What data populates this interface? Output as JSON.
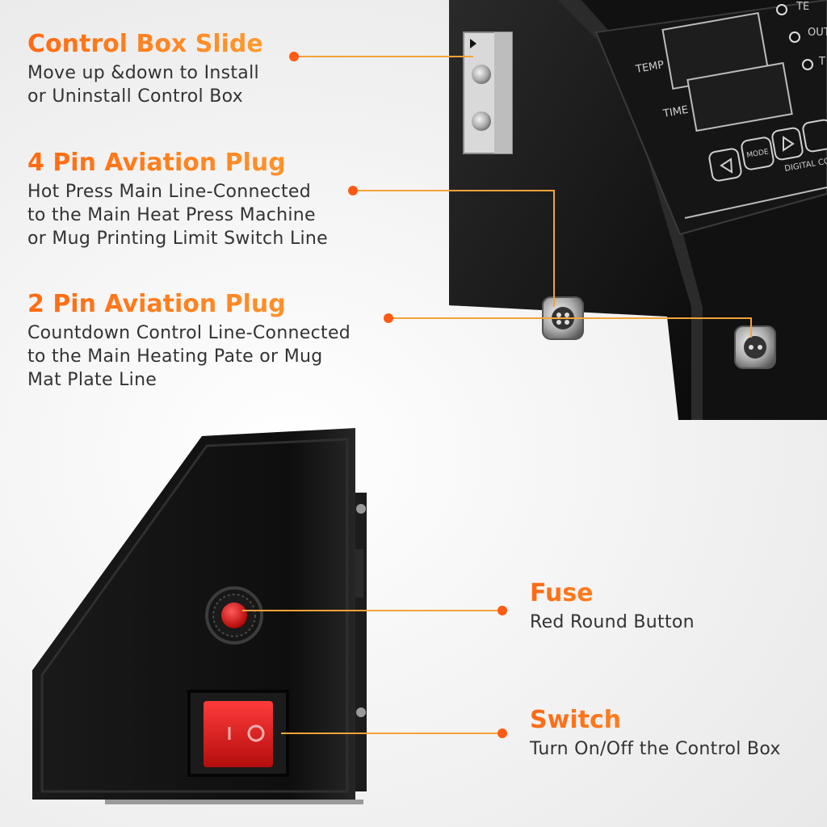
{
  "features": {
    "control_box_slide": {
      "title": "Control Box Slide",
      "desc": [
        "Move up &down to Install",
        "or Uninstall Control Box"
      ]
    },
    "pin4_plug": {
      "title": "4 Pin Aviation Plug",
      "desc": [
        "Hot Press Main Line-Connected",
        "to the Main Heat Press Machine",
        "or Mug Printing Limit Switch Line"
      ]
    },
    "pin2_plug": {
      "title": "2 Pin Aviation Plug",
      "desc": [
        "Countdown Control Line-Connected",
        "to the Main Heating Pate or Mug",
        "Mat Plate Line"
      ]
    },
    "fuse": {
      "title": "Fuse",
      "desc": [
        "Red Round Button"
      ]
    },
    "switch": {
      "title": "Switch",
      "desc": [
        "Turn On/Off the Control Box"
      ]
    }
  },
  "panel": {
    "temp_label": "TEMP",
    "time_label": "TIME",
    "mode_label": "MODE",
    "brand_label": "DIGITAL CO",
    "indicators": [
      "TE",
      "OUT",
      "T"
    ]
  },
  "colors": {
    "accent": "#ff6a13",
    "accent_light": "#ff9a2e",
    "leader_line": "#f2a33a",
    "device_body": "#121212",
    "fuse_red": "#e01010",
    "switch_red": "#d81818"
  }
}
